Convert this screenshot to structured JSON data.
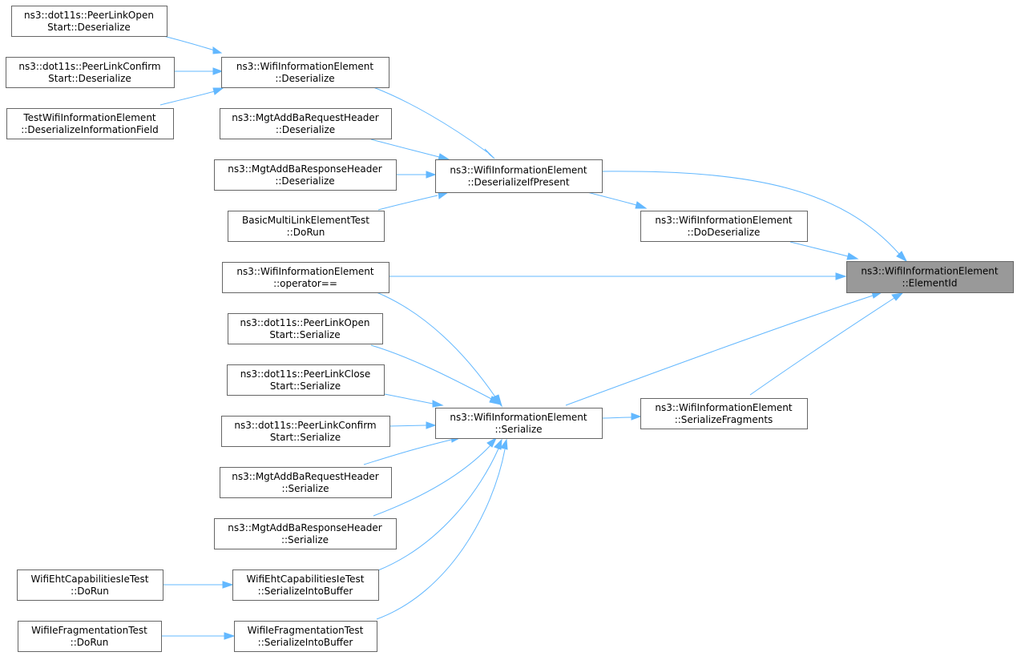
{
  "nodes": {
    "n_open_des": {
      "line1": "ns3::dot11s::PeerLinkOpen",
      "line2": "Start::Deserialize"
    },
    "n_conf_des": {
      "line1": "ns3::dot11s::PeerLinkConfirm",
      "line2": "Start::Deserialize"
    },
    "n_test_des": {
      "line1": "TestWifiInformationElement",
      "line2": "::DeserializeInformationField"
    },
    "n_wie_des": {
      "line1": "ns3::WifiInformationElement",
      "line2": "::Deserialize"
    },
    "n_addreq_des": {
      "line1": "ns3::MgtAddBaRequestHeader",
      "line2": "::Deserialize"
    },
    "n_addres_des": {
      "line1": "ns3::MgtAddBaResponseHeader",
      "line2": "::Deserialize"
    },
    "n_basic_run": {
      "line1": "BasicMultiLinkElementTest",
      "line2": "::DoRun"
    },
    "n_des_if": {
      "line1": "ns3::WifiInformationElement",
      "line2": "::DeserializeIfPresent"
    },
    "n_dodes": {
      "line1": "ns3::WifiInformationElement",
      "line2": "::DoDeserialize"
    },
    "n_opeq": {
      "line1": "ns3::WifiInformationElement",
      "line2": "::operator=="
    },
    "n_elemid": {
      "line1": "ns3::WifiInformationElement",
      "line2": "::ElementId"
    },
    "n_open_ser": {
      "line1": "ns3::dot11s::PeerLinkOpen",
      "line2": "Start::Serialize"
    },
    "n_close_ser": {
      "line1": "ns3::dot11s::PeerLinkClose",
      "line2": "Start::Serialize"
    },
    "n_conf_ser": {
      "line1": "ns3::dot11s::PeerLinkConfirm",
      "line2": "Start::Serialize"
    },
    "n_addreq_ser": {
      "line1": "ns3::MgtAddBaRequestHeader",
      "line2": "::Serialize"
    },
    "n_addres_ser": {
      "line1": "ns3::MgtAddBaResponseHeader",
      "line2": "::Serialize"
    },
    "n_wie_ser": {
      "line1": "ns3::WifiInformationElement",
      "line2": "::Serialize"
    },
    "n_serfrag": {
      "line1": "ns3::WifiInformationElement",
      "line2": "::SerializeFragments"
    },
    "n_eht_run": {
      "line1": "WifiEhtCapabilitiesIeTest",
      "line2": "::DoRun"
    },
    "n_eht_sib": {
      "line1": "WifiEhtCapabilitiesIeTest",
      "line2": "::SerializeIntoBuffer"
    },
    "n_frag_run": {
      "line1": "WifiIeFragmentationTest",
      "line2": "::DoRun"
    },
    "n_frag_sib": {
      "line1": "WifiIeFragmentationTest",
      "line2": "::SerializeIntoBuffer"
    }
  },
  "edges": [
    {
      "from": "n_open_des",
      "to": "n_wie_des"
    },
    {
      "from": "n_conf_des",
      "to": "n_wie_des"
    },
    {
      "from": "n_test_des",
      "to": "n_wie_des"
    },
    {
      "from": "n_wie_des",
      "to": "n_des_if"
    },
    {
      "from": "n_addreq_des",
      "to": "n_des_if"
    },
    {
      "from": "n_addres_des",
      "to": "n_des_if"
    },
    {
      "from": "n_basic_run",
      "to": "n_des_if"
    },
    {
      "from": "n_des_if",
      "to": "n_elemid"
    },
    {
      "from": "n_des_if",
      "to": "n_dodes"
    },
    {
      "from": "n_dodes",
      "to": "n_elemid"
    },
    {
      "from": "n_opeq",
      "to": "n_elemid"
    },
    {
      "from": "n_wie_ser",
      "to": "n_elemid"
    },
    {
      "from": "n_serfrag",
      "to": "n_elemid"
    },
    {
      "from": "n_wie_ser",
      "to": "n_serfrag"
    },
    {
      "from": "n_opeq",
      "to": "n_wie_ser"
    },
    {
      "from": "n_open_ser",
      "to": "n_wie_ser"
    },
    {
      "from": "n_close_ser",
      "to": "n_wie_ser"
    },
    {
      "from": "n_conf_ser",
      "to": "n_wie_ser"
    },
    {
      "from": "n_addreq_ser",
      "to": "n_wie_ser"
    },
    {
      "from": "n_addres_ser",
      "to": "n_wie_ser"
    },
    {
      "from": "n_eht_sib",
      "to": "n_wie_ser"
    },
    {
      "from": "n_frag_sib",
      "to": "n_wie_ser"
    },
    {
      "from": "n_eht_run",
      "to": "n_eht_sib"
    },
    {
      "from": "n_frag_run",
      "to": "n_frag_sib"
    }
  ],
  "colors": {
    "edge": "#63b8ff",
    "node_border": "#666666",
    "root_fill": "#999999",
    "node_fill": "#ffffff"
  }
}
